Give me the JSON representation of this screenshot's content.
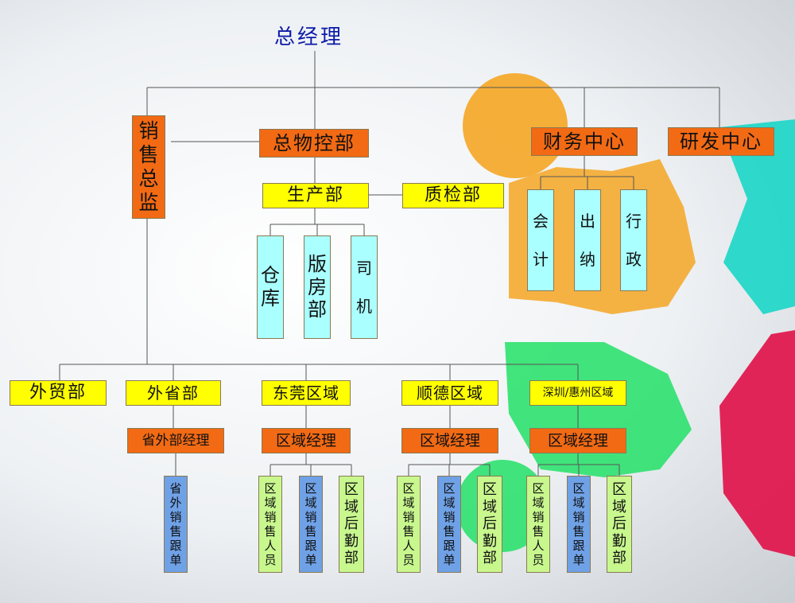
{
  "colors": {
    "orange": "#f26a14",
    "yellow": "#ffff00",
    "cyan": "#aaffff",
    "blue": "#6fa1e6",
    "green": "#c8f78e",
    "line": "#555555",
    "title": "#0b1aa8"
  },
  "top": "总经理",
  "sales_director": "销售总监",
  "materials_control": "总物控部",
  "finance_center": "财务中心",
  "rd_center": "研发中心",
  "production": "生产部",
  "quality": "质检部",
  "finance_units": [
    "会计",
    "出纳",
    "行政"
  ],
  "production_units": [
    "仓库",
    "版房部",
    "司机"
  ],
  "regions": {
    "foreign_trade": "外贸部",
    "other_province": "外省部",
    "dongguan": "东莞区域",
    "shunde": "顺德区域",
    "shenzhen_huizhou": "深圳/惠州区域"
  },
  "managers": {
    "other_province": "省外部经理",
    "dongguan": "区域经理",
    "shunde": "区域经理",
    "shenzhen_huizhou": "区域经理"
  },
  "staff": {
    "other_province": [
      "省外销售跟单"
    ],
    "dongguan": [
      "区域销售人员",
      "区域销售跟单",
      "区域后勤部"
    ],
    "shunde": [
      "区域销售人员",
      "区域销售跟单",
      "区域后勤部"
    ],
    "shenzhen_huizhou": [
      "区域销售人员",
      "区域销售跟单",
      "区域后勤部"
    ]
  }
}
